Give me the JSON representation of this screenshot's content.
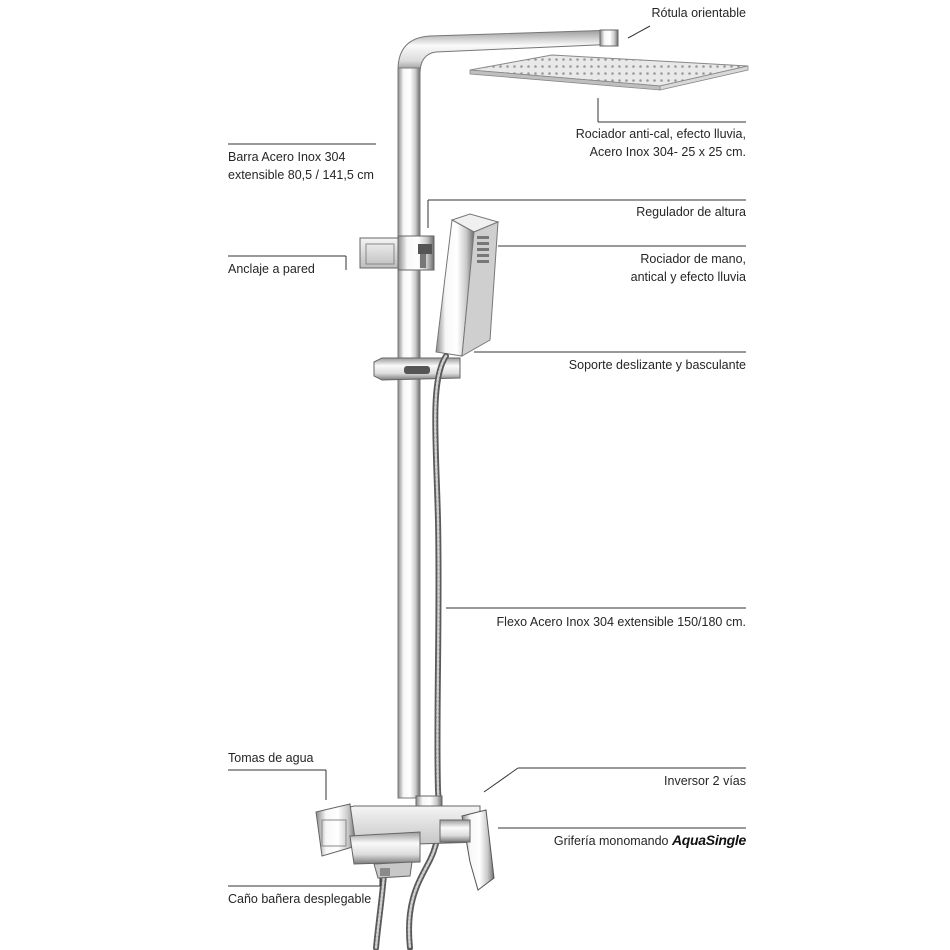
{
  "labels": {
    "rotula": "Rótula orientable",
    "rociador_line1": "Rociador anti-cal, efecto lluvia,",
    "rociador_line2": "Acero Inox 304- 25 x 25 cm.",
    "barra_line1": "Barra Acero Inox 304",
    "barra_line2": "extensible 80,5 / 141,5 cm",
    "regulador": "Regulador de altura",
    "anclaje": "Anclaje a pared",
    "mano_line1": "Rociador de mano,",
    "mano_line2": "antical y efecto lluvia",
    "soporte": "Soporte deslizante y basculante",
    "flexo": "Flexo Acero Inox 304 extensible 150/180 cm.",
    "tomas": "Tomas de agua",
    "inversor": "Inversor 2 vías",
    "griferia": "Grifería monomando",
    "brand": "AquaSingle",
    "cano": "Caño bañera desplegable"
  },
  "colors": {
    "line": "#333333",
    "chrome_dark": "#6f6f6f",
    "chrome_light": "#f4f4f4"
  }
}
